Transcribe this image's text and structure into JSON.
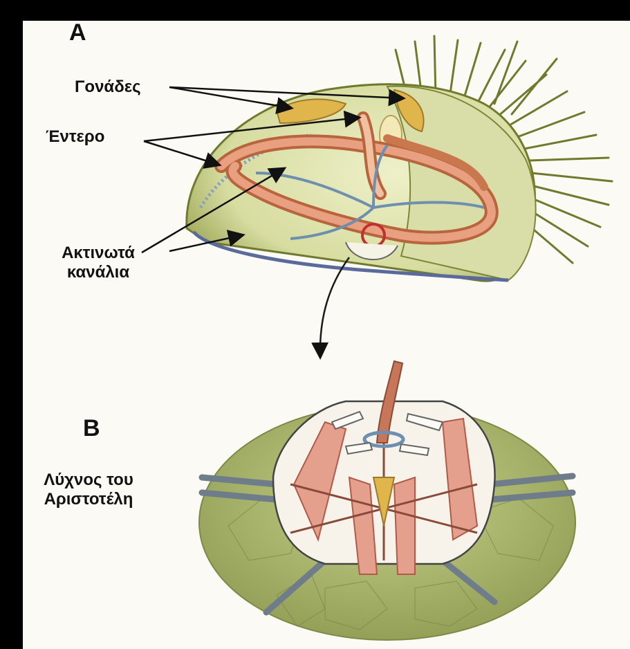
{
  "panel_labels": {
    "a": "A",
    "b": "B"
  },
  "labels": {
    "gonades": "Γονάδες",
    "entero": "Έντερο",
    "aktinota_line1": "Ακτινωτά",
    "aktinota_line2": "κανάλια",
    "lychnos_line1": "Λύχνος του",
    "lychnos_line2": "Αριστοτέλη"
  },
  "colors": {
    "background": "#fbfaf4",
    "frame": "#000000",
    "spine_green": "#8a9a3a",
    "gut_orange": "#d9875a",
    "canal_blue": "#6f8fb0",
    "plate_green": "#a9b86a",
    "lantern_red": "#c96a5a"
  }
}
